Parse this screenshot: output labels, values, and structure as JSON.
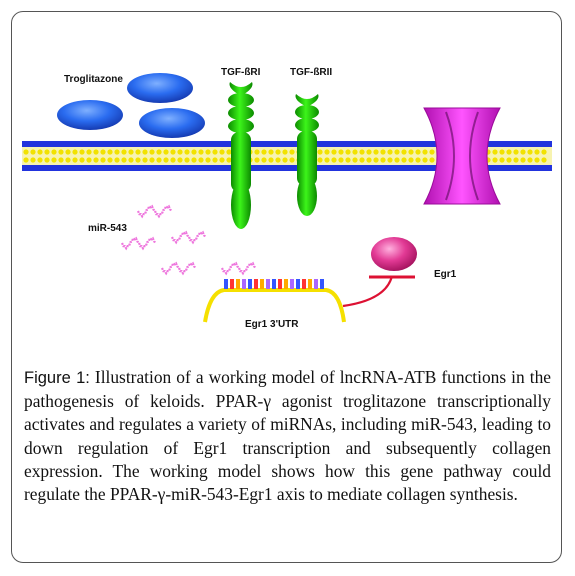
{
  "labels": {
    "troglitazone": "Troglitazone",
    "tgf_r1": "TGF-ßRI",
    "tgf_r2": "TGF-ßRII",
    "mir543": "miR-543",
    "egr1": "Egr1",
    "utr": "Egr1 3'UTR"
  },
  "caption": {
    "figure_label": "Figure 1:",
    "text": " Illustration of a working model of lncRNA-ATB functions in the pathogenesis of keloids. PPAR-γ agonist troglitazone transcriptionally activates and regulates a variety of miRNAs, including miR-543, leading to down regulation of Egr1 transcription and subsequently collagen expression. The working model shows how this gene pathway could regulate the PPAR-γ-miR-543-Egr1 axis to mediate collagen synthesis."
  },
  "colors": {
    "membrane_blue": "#2233dd",
    "membrane_yellow": "#f2e200",
    "receptor_green": "#22dd00",
    "channel_magenta": "#ee22ee",
    "drug_blue": "#2266ee",
    "mirna_pink": "#ee77dd",
    "egr1_pink": "#e0207a",
    "utr_yellow": "#f5e000",
    "inhibit_red": "#dd1133"
  }
}
